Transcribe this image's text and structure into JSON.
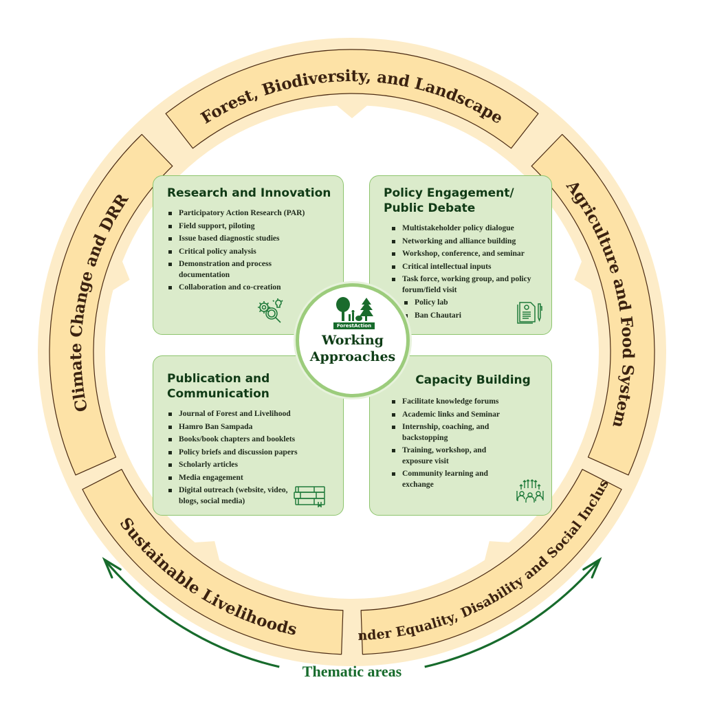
{
  "diagram": {
    "center": {
      "logo_text": "ForestAction",
      "title_line1": "Working",
      "title_line2": "Approaches"
    },
    "ring_label": "Thematic areas",
    "thematic_areas": [
      {
        "id": "forest",
        "label": "Forest, Biodiversity, and Landscape"
      },
      {
        "id": "agriculture",
        "label": "Agriculture and Food System"
      },
      {
        "id": "gedsi",
        "label": "Gender Equality, Disability and Social Inclusion"
      },
      {
        "id": "livelihoods",
        "label": "Sustainable Livelihoods"
      },
      {
        "id": "climate",
        "label": "Climate Change and DRR"
      }
    ],
    "working_approaches": {
      "research": {
        "title": "Research and Innovation",
        "icon": "gear-magnifier-lightbulb-icon",
        "items": [
          "Participatory Action Research (PAR)",
          "Field support, piloting",
          "Issue based diagnostic studies",
          "Critical policy analysis",
          "Demonstration and process documentation",
          "Collaboration and co-creation"
        ]
      },
      "policy": {
        "title": "Policy Engagement/ Public Debate",
        "icon": "document-pen-icon",
        "items": [
          "Multistakeholder policy dialogue",
          "Networking and alliance building",
          "Workshop, conference, and seminar",
          "Critical intellectual inputs",
          "Task force, working group, and policy forum/field visit"
        ],
        "sub_items": [
          "Policy lab",
          "Ban Chautari"
        ]
      },
      "publication": {
        "title": "Publication and Communication",
        "icon": "books-stack-icon",
        "items": [
          "Journal of Forest and Livelihood",
          "Hamro Ban Sampada",
          "Books/book chapters and booklets",
          "Policy briefs and discussion papers",
          "Scholarly articles",
          "Media engagement",
          "Digital outreach (website, video, blogs, social media)"
        ]
      },
      "capacity": {
        "title": "Capacity Building",
        "icon": "group-growth-icon",
        "items": [
          "Facilitate knowledge forums",
          "Academic links and Seminar",
          "Internship, coaching, and backstopping",
          "Training, workshop, and exposure visit",
          "Community learning and exchange"
        ]
      }
    },
    "colors": {
      "ring_band": "#fdecc8",
      "segment_fill": "#fde2a6",
      "segment_stroke": "#4a2a12",
      "card_fill": "#dbebcb",
      "card_border": "#8cc46c",
      "accent_green": "#176b2c",
      "heading_green": "#103a16",
      "label_brown": "#3b2210"
    }
  }
}
